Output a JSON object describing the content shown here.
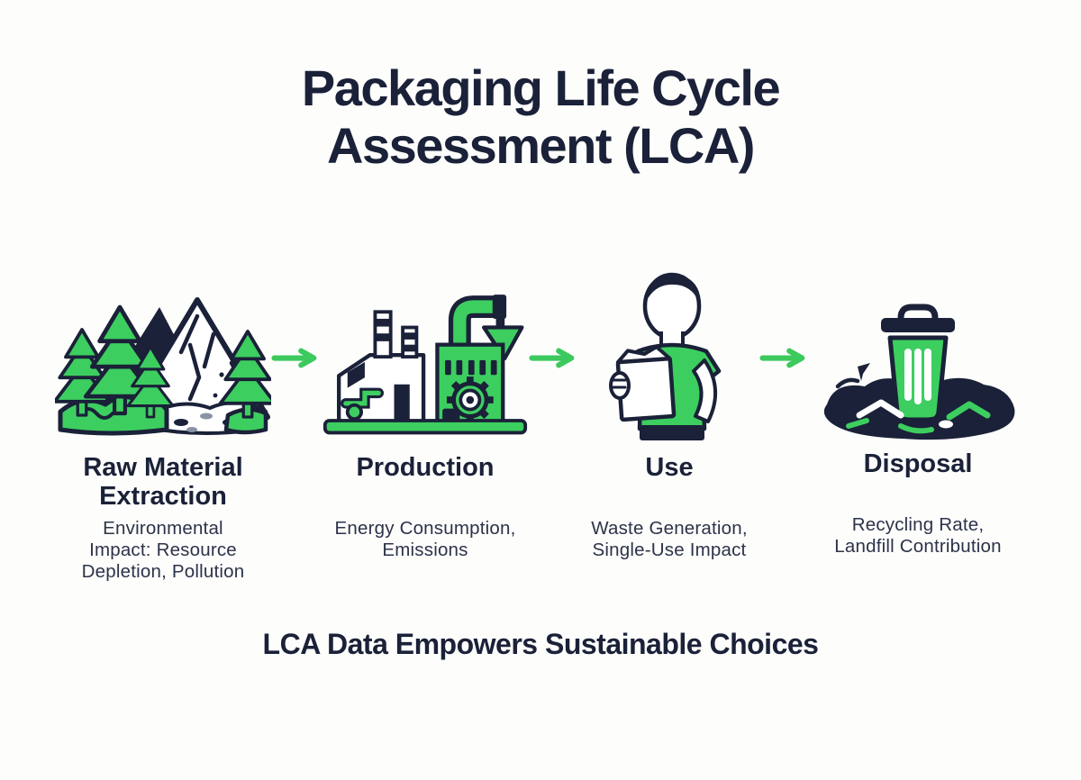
{
  "title": "Packaging Life Cycle\nAssessment (LCA)",
  "tagline": "LCA Data Empowers Sustainable Choices",
  "stages": [
    {
      "name": "Raw Material\nExtraction",
      "description": "Environmental\nImpact: Resource\nDepletion, Pollution",
      "icon": "mountain-forest-icon"
    },
    {
      "name": "Production",
      "description": "Energy Consumption,\nEmissions",
      "icon": "factory-icon"
    },
    {
      "name": "Use",
      "description": "Waste Generation,\nSingle-Use Impact",
      "icon": "person-holding-package-icon"
    },
    {
      "name": "Disposal",
      "description": "Recycling Rate,\nLandfill Contribution",
      "icon": "trash-bin-landfill-icon"
    }
  ],
  "arrows": [
    {
      "icon": "right-arrow-icon"
    },
    {
      "icon": "right-arrow-icon"
    },
    {
      "icon": "right-arrow-icon"
    }
  ],
  "colors": {
    "navy": "#1A2138",
    "green": "#3DCE60",
    "arrow_green": "#3CC95D",
    "background": "#FDFDFC",
    "text_secondary": "#2C3349"
  }
}
